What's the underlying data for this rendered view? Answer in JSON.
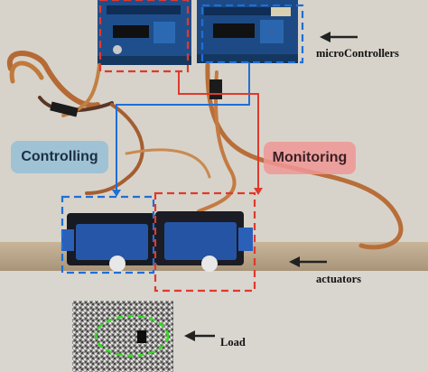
{
  "labels": {
    "controlling": "Controlling",
    "monitoring": "Monitoring",
    "microcontrollers": "microControllers",
    "actuators": "actuators",
    "load": "Load"
  },
  "colors": {
    "control_path": "#1f6fd6",
    "monitor_path": "#e0392c",
    "load_outline": "#33dd22"
  }
}
